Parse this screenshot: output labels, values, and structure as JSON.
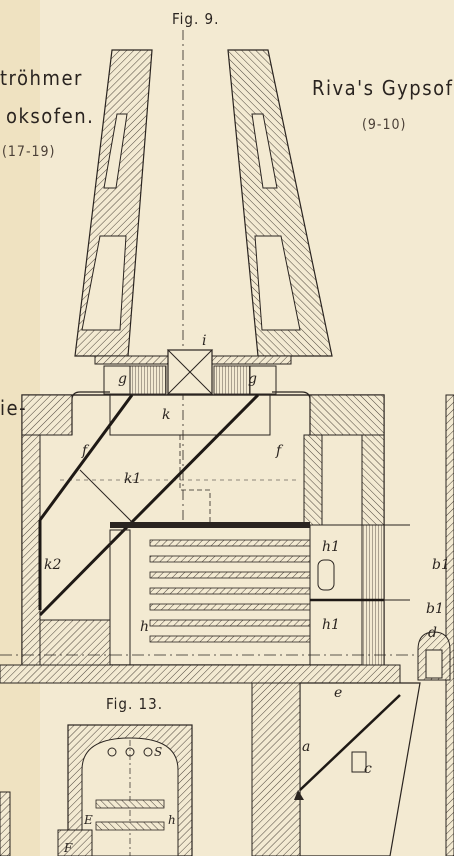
{
  "figure_titles": {
    "fig9": "Fig. 9.",
    "fig13": "Fig. 13."
  },
  "headings": {
    "left_top": "tröhmer",
    "left_bottom": "oksofen.",
    "left_ref": "(17-19)",
    "right_title": "Riva's Gypsof",
    "right_ref": "(9-10)",
    "left_fragment": "ie-"
  },
  "labels": {
    "i": "i",
    "g_left": "g",
    "g_right": "g",
    "k": "k",
    "f_left": "f",
    "f_right": "f",
    "k1": "k1",
    "k2": "k2",
    "h_center": "h",
    "h1_top": "h1",
    "h1_mid": "h1",
    "b1_top": "b1",
    "b1_bottom": "b1",
    "d": "d",
    "e": "e",
    "a": "a",
    "c": "c",
    "S": "S",
    "E": "E",
    "h_small": "h",
    "F": "F"
  },
  "colors": {
    "paper": "#f3ead2",
    "paper_left": "#efe2c1",
    "ink": "#2a2420"
  }
}
